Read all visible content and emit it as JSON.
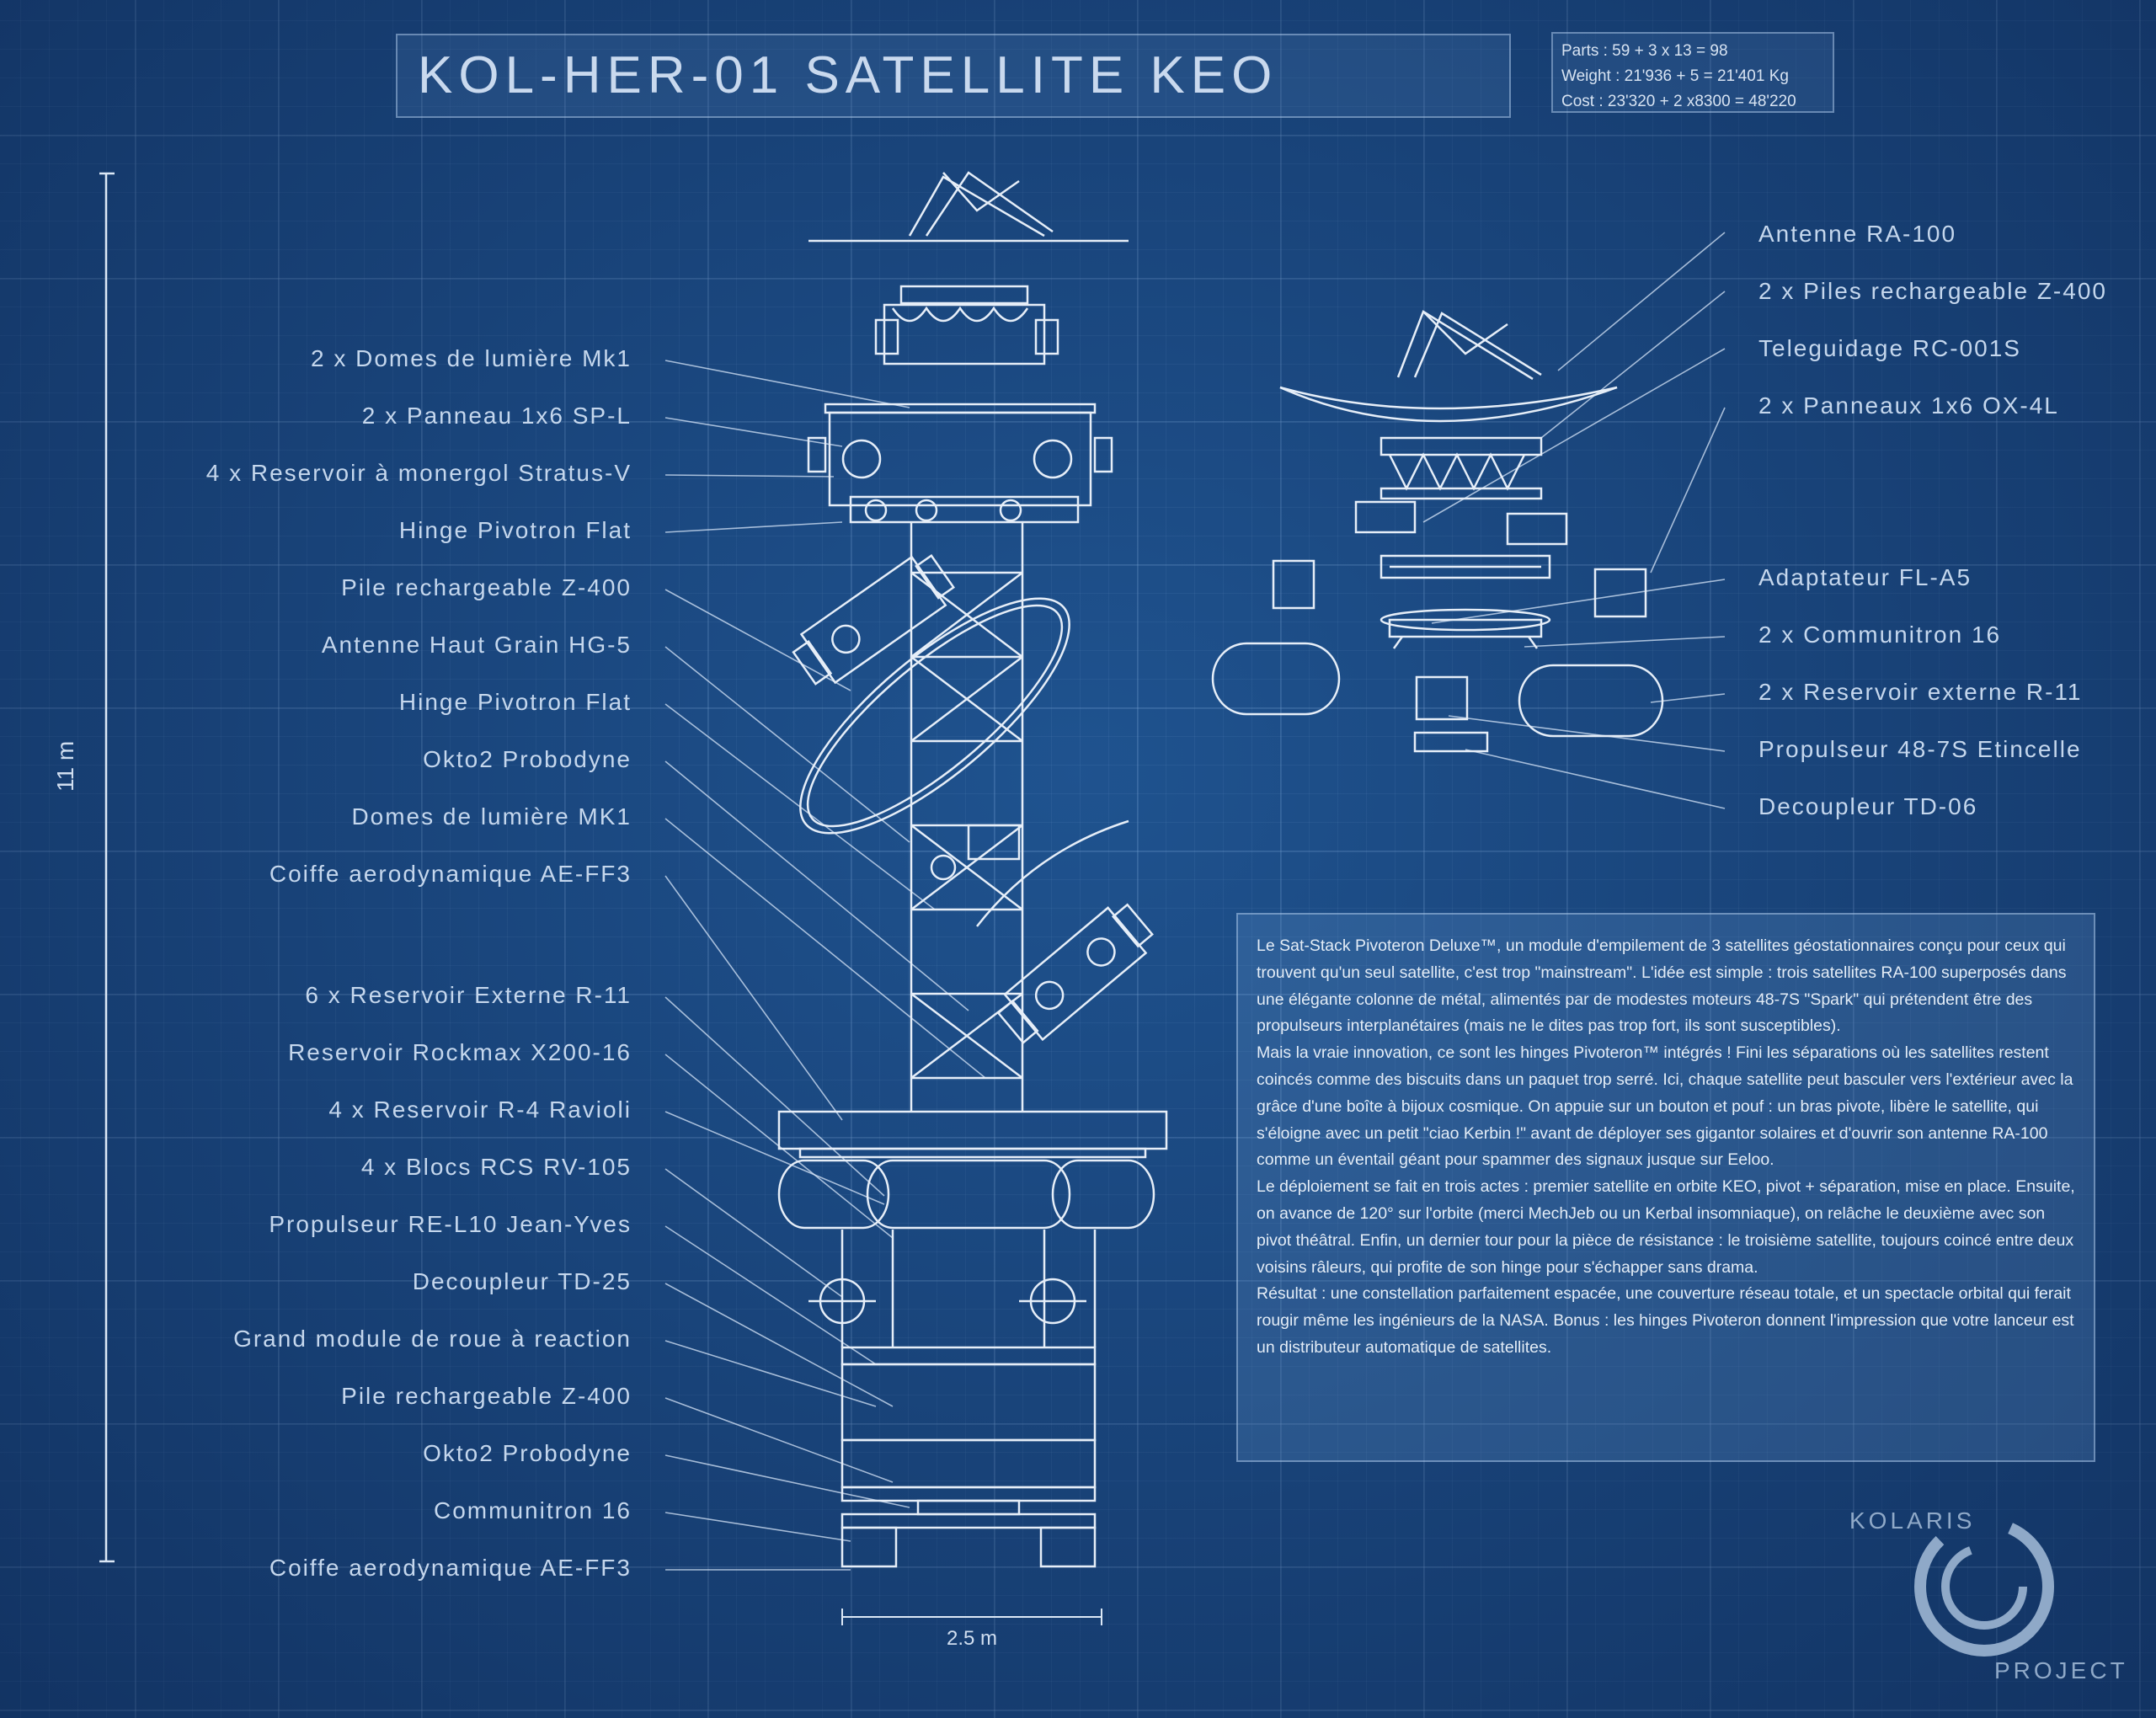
{
  "title": "KOL-HER-01  SATELLITE KEO",
  "stats": {
    "parts": "Parts : 59 + 3 x 13 = 98",
    "weight": "Weight : 21'936 + 5 = 21'401 Kg",
    "cost": "Cost : 23'320 + 2 x8300 =  48'220"
  },
  "dimensions": {
    "height": "11 m",
    "width": "2.5 m"
  },
  "left_labels": [
    "2 x Domes de lumière Mk1",
    "2 x Panneau 1x6 SP-L",
    "4 x Reservoir à monergol Stratus-V",
    "Hinge Pivotron Flat",
    "Pile rechargeable Z-400",
    "Antenne Haut Grain HG-5",
    "Hinge Pivotron Flat",
    "Okto2 Probodyne",
    "Domes de lumière MK1",
    "Coiffe aerodynamique AE-FF3",
    "6 x Reservoir Externe R-11",
    "Reservoir Rockmax X200-16",
    "4 x Reservoir R-4 Ravioli",
    "4 x Blocs RCS RV-105",
    "Propulseur RE-L10 Jean-Yves",
    "Decoupleur TD-25",
    "Grand module de roue à reaction",
    "Pile rechargeable Z-400",
    "Okto2 Probodyne",
    "Communitron 16",
    "Coiffe aerodynamique AE-FF3"
  ],
  "right_labels": [
    "Antenne RA-100",
    "2 x Piles rechargeable Z-400",
    "Teleguidage RC-001S",
    "2 x Panneaux  1x6 OX-4L",
    "Adaptateur FL-A5",
    "2 x Communitron 16",
    "2 x Reservoir externe R-11",
    "Propulseur 48-7S Etincelle",
    "Decoupleur TD-06"
  ],
  "description": [
    "Le Sat-Stack Pivoteron Deluxe™, un module d'empilement de 3 satellites géostationnaires conçu pour ceux qui trouvent qu'un seul satellite, c'est trop \"mainstream\". L'idée est simple : trois satellites RA-100 superposés dans une élégante colonne de métal, alimentés par de modestes moteurs 48-7S \"Spark\" qui prétendent être des propulseurs interplanétaires (mais ne le dites pas trop fort, ils sont susceptibles).",
    "Mais la vraie innovation, ce sont les hinges Pivoteron™ intégrés ! Fini les séparations où les satellites restent coincés comme des biscuits dans un paquet trop serré. Ici, chaque satellite peut basculer vers l'extérieur avec la grâce d'une boîte à bijoux cosmique. On appuie sur un bouton et pouf : un bras pivote, libère le satellite, qui s'éloigne avec un petit \"ciao Kerbin !\" avant de déployer ses gigantor solaires et d'ouvrir son antenne RA-100 comme un éventail géant pour spammer des signaux jusque sur Eeloo.",
    "Le déploiement se fait en trois actes : premier satellite en orbite KEO, pivot + séparation, mise en place. Ensuite, on avance de 120° sur l'orbite (merci MechJeb ou un Kerbal insomniaque), on relâche le deuxième avec son pivot théâtral. Enfin, un dernier tour pour la pièce de résistance : le troisième satellite, toujours coincé entre deux voisins râleurs, qui profite de son hinge pour s'échapper sans drama.",
    "Résultat : une constellation parfaitement espacée, une couverture réseau totale, et un spectacle orbital qui ferait rougir même les ingénieurs de la NASA. Bonus : les hinges Pivoteron donnent l'impression que votre lanceur est un distributeur automatique de satellites."
  ],
  "logo": {
    "top": "KOLARIS",
    "bottom": "PROJECT"
  }
}
